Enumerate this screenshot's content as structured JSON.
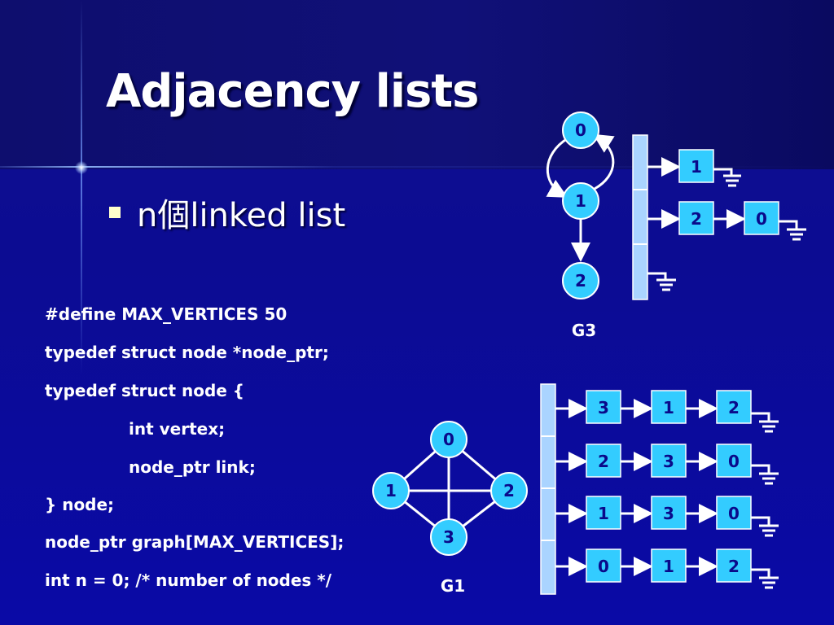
{
  "slide": {
    "title": "Adjacency lists",
    "bullets": [
      {
        "text": "n個linked list"
      }
    ]
  },
  "code": {
    "lines": [
      "#define MAX_VERTICES 50",
      "typedef struct node *node_ptr;",
      "typedef struct node {",
      "int vertex;",
      "node_ptr link;",
      "} node;",
      "node_ptr graph[MAX_VERTICES];",
      "int n = 0; /* number of nodes */"
    ]
  },
  "g3": {
    "label": "G3",
    "nodes": [
      "0",
      "1",
      "2"
    ],
    "lists": [
      [
        "1"
      ],
      [
        "2",
        "0"
      ],
      []
    ]
  },
  "g1": {
    "label": "G1",
    "nodes": [
      "0",
      "1",
      "2",
      "3"
    ],
    "lists": [
      [
        "3",
        "1",
        "2"
      ],
      [
        "2",
        "3",
        "0"
      ],
      [
        "1",
        "3",
        "0"
      ],
      [
        "0",
        "1",
        "2"
      ]
    ]
  },
  "colors": {
    "node_fill": "#33ccff",
    "node_text": "#0a0a8a",
    "array_fill": "#aad4ff",
    "ground": "#ffffff"
  }
}
